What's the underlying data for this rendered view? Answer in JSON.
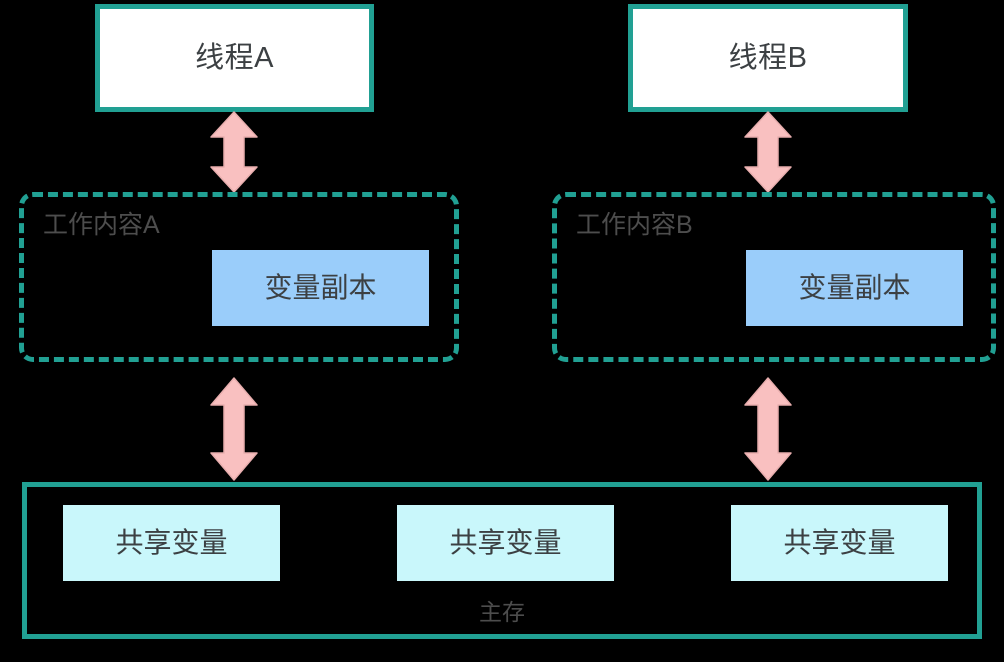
{
  "diagram": {
    "title": "Java Memory Model - threads, working memory and main memory",
    "colors": {
      "background": "#000000",
      "teal_border": "#21a093",
      "thread_fill": "#ffffff",
      "variable_copy_fill": "#9acdfa",
      "shared_variable_fill": "#c9f7fb",
      "arrow_fill": "#f9c0c0",
      "arrow_stroke": "#e0a0a0",
      "text_dark": "#3c4043",
      "text_muted": "#4d4d4d"
    },
    "threads": [
      {
        "id": "a",
        "label": "线程A"
      },
      {
        "id": "b",
        "label": "线程B"
      }
    ],
    "working_memories": [
      {
        "id": "a",
        "label": "工作内容A",
        "variable_copy": "变量副本"
      },
      {
        "id": "b",
        "label": "工作内容B",
        "variable_copy": "变量副本"
      }
    ],
    "main_memory": {
      "label": "主存",
      "shared_variables": [
        "共享变量",
        "共享变量",
        "共享变量"
      ]
    },
    "arrows": [
      {
        "id": "thread-a-to-working-a",
        "direction": "bidirectional"
      },
      {
        "id": "thread-b-to-working-b",
        "direction": "bidirectional"
      },
      {
        "id": "working-a-to-main-memory",
        "direction": "bidirectional"
      },
      {
        "id": "working-b-to-main-memory",
        "direction": "bidirectional"
      }
    ]
  }
}
